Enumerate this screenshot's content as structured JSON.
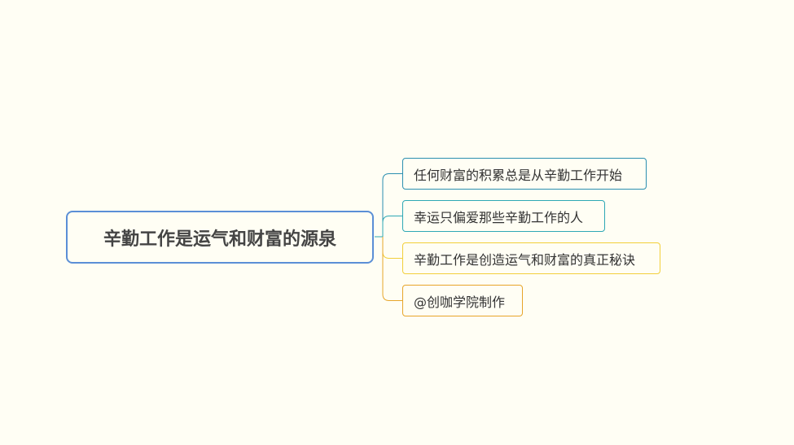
{
  "root": {
    "label": "辛勤工作是运气和财富的源泉",
    "border_color": "#5b8fd6"
  },
  "branches": [
    {
      "label": "任何财富的积累总是从辛勤工作开始",
      "color": "#2b8fb0"
    },
    {
      "label": "幸运只偏爱那些辛勤工作的人",
      "color": "#2ea8b5"
    },
    {
      "label": "辛勤工作是创造运气和财富的真正秘诀",
      "color": "#f2cf3a"
    },
    {
      "label": "@创咖学院制作",
      "color": "#e7a52a"
    }
  ],
  "background_color": "#fffef4"
}
